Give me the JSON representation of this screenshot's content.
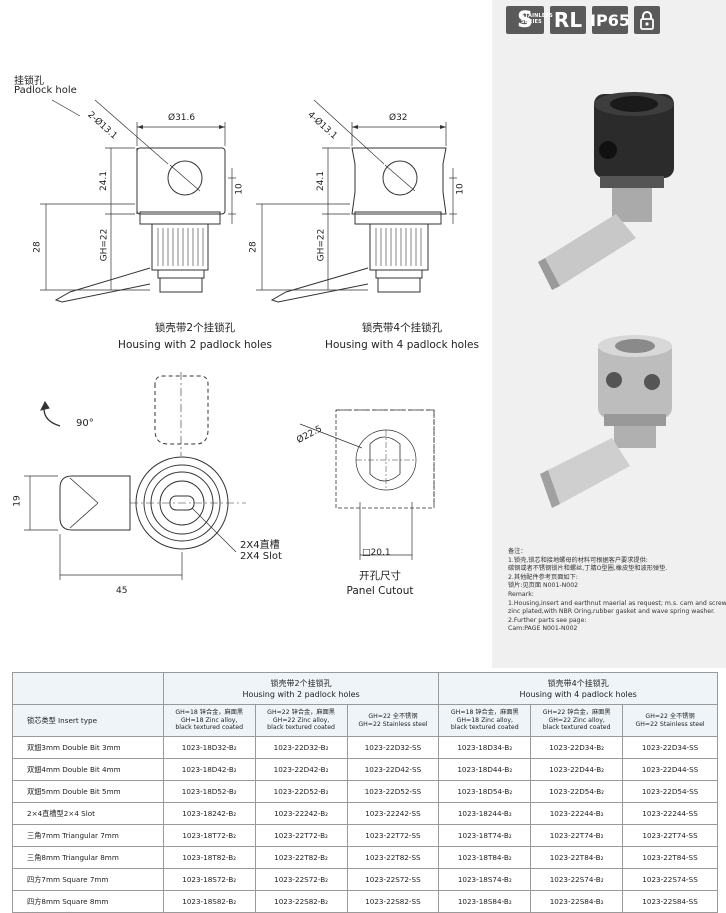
{
  "badges": {
    "s_letter": "S",
    "s_sub1": "STAINLESS",
    "s_sub2": "SERIES",
    "rl": "RL",
    "ip": "IP65"
  },
  "labels": {
    "padlock_cn": "挂锁孔",
    "padlock_en": "Padlock hole",
    "dim_2hole": "2-Ø13.1",
    "dim_4hole": "4-Ø13.1",
    "dia_316": "Ø31.6",
    "dia_32": "Ø32",
    "d241": "24.1",
    "d10": "10",
    "d28": "28",
    "dgh": "GH=22",
    "angle": "90°",
    "d19": "19",
    "d45": "45",
    "cut_dia": "Ø22.5",
    "cut_sq": "20.1",
    "slot_cn": "2X4直槽",
    "slot_en": "2X4 Slot"
  },
  "captions": {
    "h2_cn": "锁壳带2个挂锁孔",
    "h2_en": "Housing with 2 padlock holes",
    "h4_cn": "锁壳带4个挂锁孔",
    "h4_en": "Housing with 4 padlock holes",
    "cut_cn": "开孔尺寸",
    "cut_en": "Panel Cutout"
  },
  "remark": [
    "备注：",
    "1.锁壳,锁芯和接地螺母的材料可根据客户要求提供:",
    "碳钢或者不锈钢锁片和螺丝,丁腈O型圈,橡皮垫和波形弹垫.",
    "2.其他配件参考页面如下:",
    "锁片:见页面 N001-N002",
    "Remark:",
    "1.Housing,insert and earthnut maerial as request; m.s. cam and screw,",
    "zinc plated,with NBR Oring,rubber gasket and wave spring washer.",
    "2.Further parts see page:",
    "Cam:PAGE N001-N002"
  ],
  "table": {
    "group1": {
      "cn": "锁壳带2个挂锁孔",
      "en": "Housing with 2 padlock holes"
    },
    "group2": {
      "cn": "锁壳带4个挂锁孔",
      "en": "Housing with 4 padlock holes"
    },
    "insert_type": "锁芯类型 Insert type",
    "sub": [
      {
        "l1": "GH=18 锌合金，麻面黑",
        "l2": "GH=18 Zinc alloy,",
        "l3": "black textured coated"
      },
      {
        "l1": "GH=22 锌合金，麻面黑",
        "l2": "GH=22 Zinc alloy,",
        "l3": "black textured coated"
      },
      {
        "l1": "GH=22 全不锈钢",
        "l2": "GH=22 Stainless steel",
        "l3": ""
      },
      {
        "l1": "GH=18 锌合金，麻面黑",
        "l2": "GH=18 Zinc alloy,",
        "l3": "black textured coated"
      },
      {
        "l1": "GH=22 锌合金，麻面黑",
        "l2": "GH=22 Zinc alloy,",
        "l3": "black textured coated"
      },
      {
        "l1": "GH=22 全不锈钢",
        "l2": "GH=22 Stainless steel",
        "l3": ""
      }
    ],
    "rows": [
      [
        "双翅3mm Double Bit 3mm",
        "1023-18D32-B₂",
        "1023-22D32-B₂",
        "1023-22D32-SS",
        "1023-18D34-B₂",
        "1023-22D34-B₂",
        "1023-22D34-SS"
      ],
      [
        "双翅4mm Double Bit 4mm",
        "1023-18D42-B₂",
        "1023-22D42-B₂",
        "1023-22D42-SS",
        "1023-18D44-B₂",
        "1023-22D44-B₂",
        "1023-22D44-SS"
      ],
      [
        "双翅5mm Double Bit 5mm",
        "1023-18D52-B₂",
        "1023-22D52-B₂",
        "1023-22D52-SS",
        "1023-18D54-B₂",
        "1023-22D54-B₂",
        "1023-22D54-SS"
      ],
      [
        "2×4直槽型2×4 Slot",
        "1023-18242-B₂",
        "1023-22242-B₂",
        "1023-22242-SS",
        "1023-18244-B₂",
        "1023-22244-B₂",
        "1023-22244-SS"
      ],
      [
        "三角7mm Triangular 7mm",
        "1023-18T72-B₂",
        "1023-22T72-B₂",
        "1023-22T72-SS",
        "1023-18T74-B₂",
        "1023-22T74-B₂",
        "1023-22T74-SS"
      ],
      [
        "三角8mm Triangular 8mm",
        "1023-18T82-B₂",
        "1023-22T82-B₂",
        "1023-22T82-SS",
        "1023-18T84-B₂",
        "1023-22T84-B₂",
        "1023-22T84-SS"
      ],
      [
        "四方7mm Square 7mm",
        "1023-18S72-B₂",
        "1023-22S72-B₂",
        "1023-22S72-SS",
        "1023-18S74-B₂",
        "1023-22S74-B₂",
        "1023-22S74-SS"
      ],
      [
        "四方8mm Square 8mm",
        "1023-18S82-B₂",
        "1023-22S82-B₂",
        "1023-22S82-SS",
        "1023-18S84-B₂",
        "1023-22S84-B₂",
        "1023-22S84-SS"
      ]
    ]
  }
}
